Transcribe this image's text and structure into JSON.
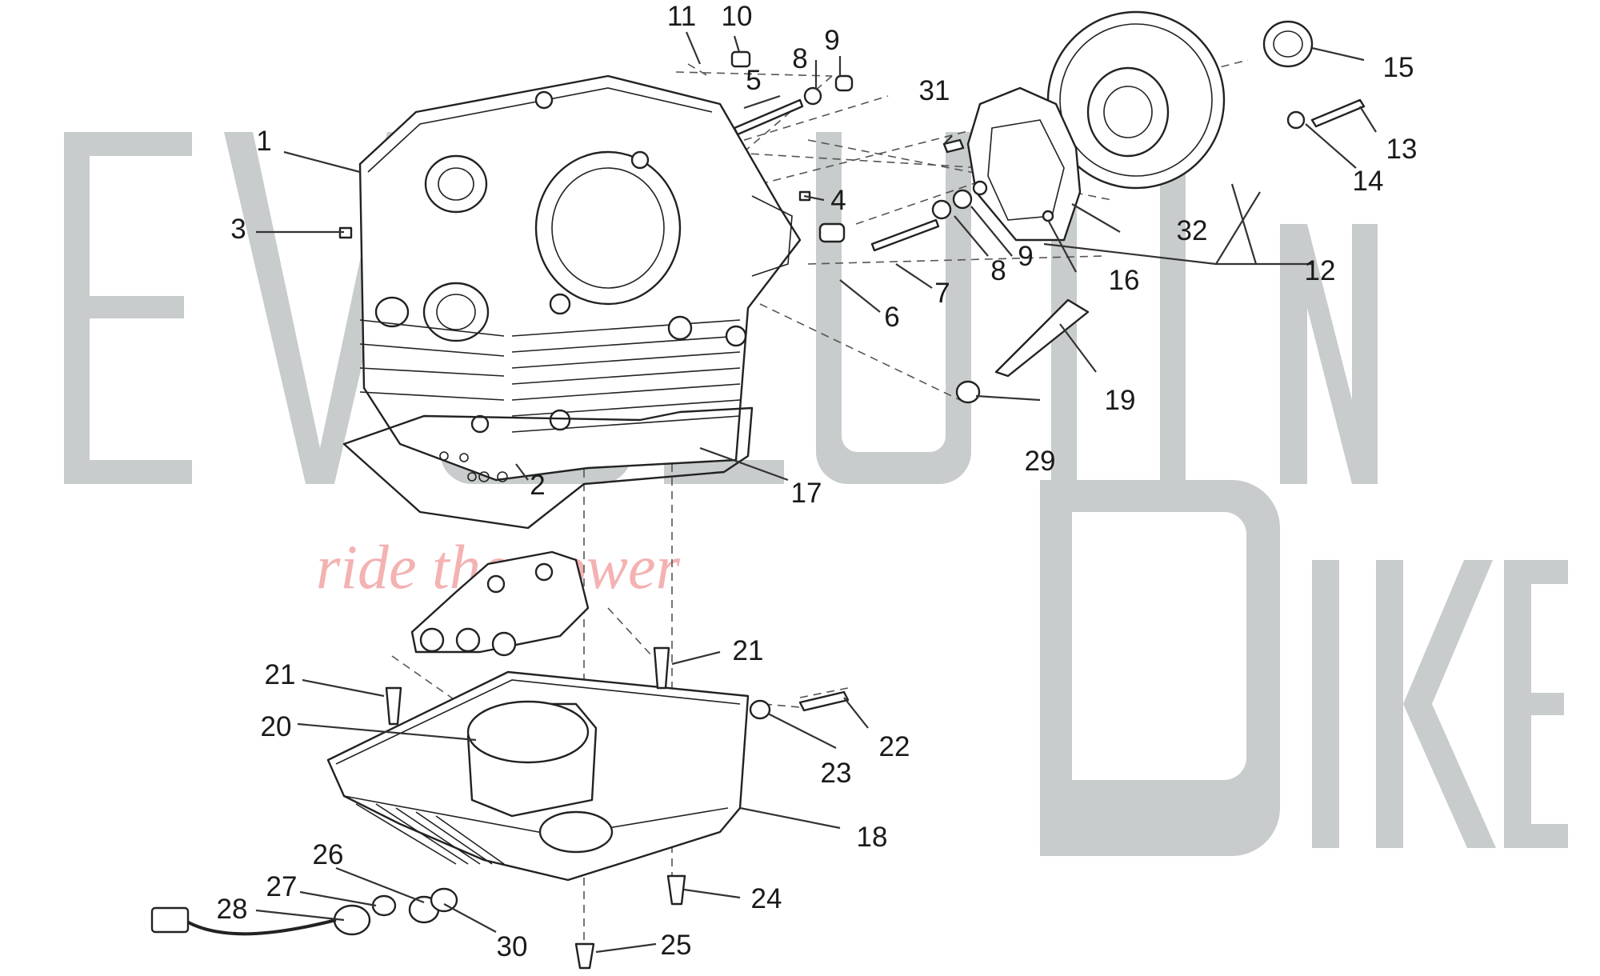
{
  "watermark": {
    "evolution_text": "EVOLUTION",
    "bike_text": "BIKE",
    "tagline": "ride the power",
    "colors": {
      "watermark": "#c8cccc",
      "tagline": "#f4b2b2"
    }
  },
  "callouts": {
    "c1": "1",
    "c2": "2",
    "c3": "3",
    "c4": "4",
    "c5": "5",
    "c6": "6",
    "c7": "7",
    "c8a": "8",
    "c8b": "8",
    "c9a": "9",
    "c9b": "9",
    "c10": "10",
    "c11": "11",
    "c12": "12",
    "c13": "13",
    "c14": "14",
    "c15": "15",
    "c16": "16",
    "c17": "17",
    "c18": "18",
    "c19": "19",
    "c20": "20",
    "c21a": "21",
    "c21b": "21",
    "c22": "22",
    "c23": "23",
    "c24": "24",
    "c25": "25",
    "c26": "26",
    "c27": "27",
    "c28": "28",
    "c29": "29",
    "c30": "30",
    "c31": "31",
    "c32": "32"
  }
}
